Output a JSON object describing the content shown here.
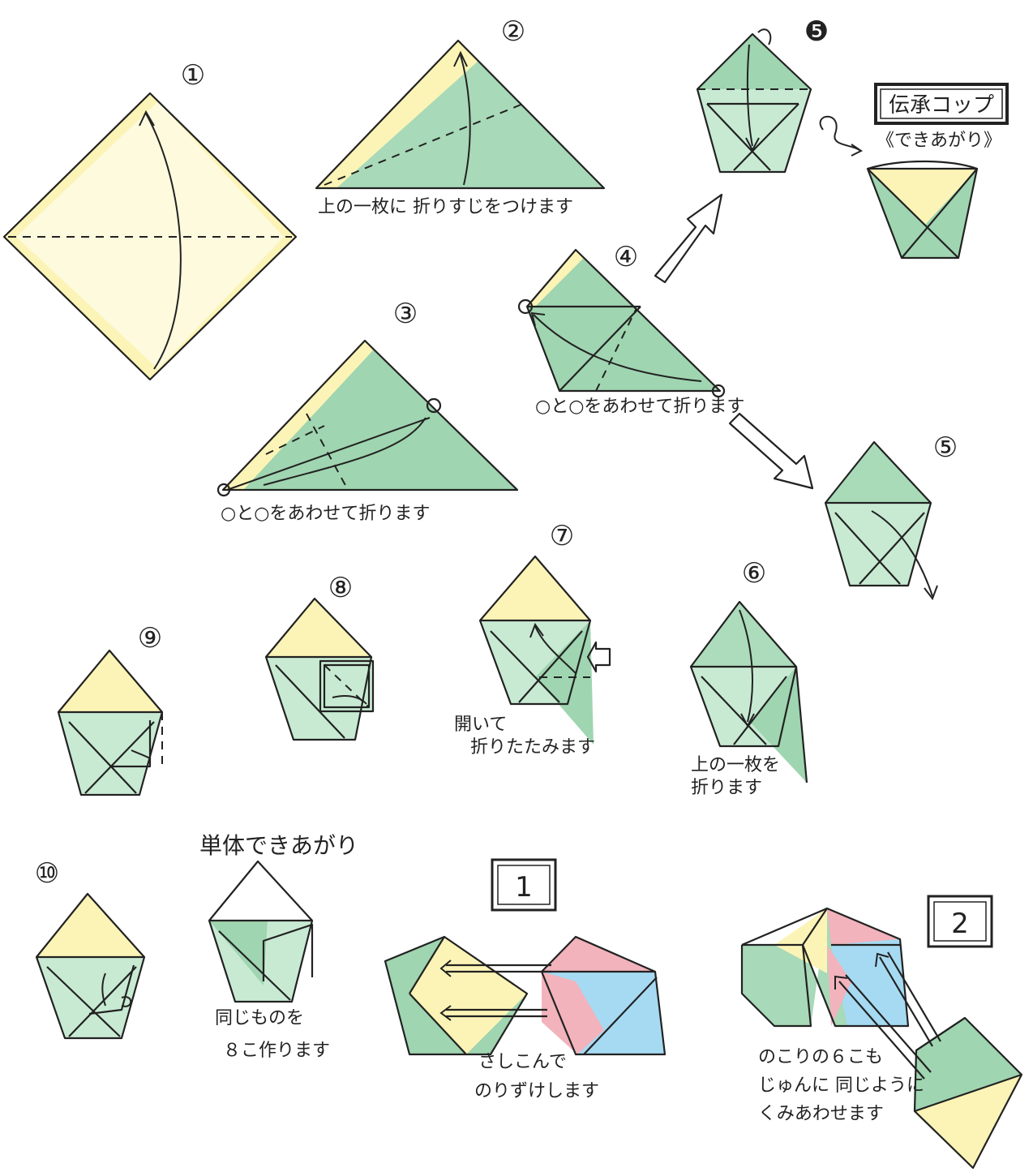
{
  "steps": {
    "s1": "①",
    "s2": "②",
    "s3": "③",
    "s4": "④",
    "s5a": "⑤",
    "s5b": "❺",
    "s6": "⑥",
    "s7": "⑦",
    "s8": "⑧",
    "s9": "⑨",
    "s10": "⑩"
  },
  "captions": {
    "step2": "上の一枚に 折りすじをつけます",
    "step3": "○と○をあわせて折ります",
    "step4": "○と○をあわせて折ります",
    "step6_line1": "上の一枚を",
    "step6_line2": "折ります",
    "step7_line1": "開いて",
    "step7_line2": "折りたたみます",
    "unit_title": "単体できあがり",
    "unit_line1": "同じものを",
    "unit_line2": "８こ作ります",
    "assembly1_line1": "さしこんで",
    "assembly1_line2": "のりずけします",
    "assembly2_line1": "のこりの６こも",
    "assembly2_line2": "じゅんに 同じように",
    "assembly2_line3": "くみあわせます"
  },
  "finished": {
    "title": "伝承コップ",
    "subtitle": "《できあがり》"
  },
  "assembly_labels": {
    "box1": "1",
    "box2": "2"
  },
  "colors": {
    "green": "#9fd5b0",
    "yellow": "#fbf4b6",
    "pink": "#f2b3bc",
    "blue": "#a6daf2"
  }
}
